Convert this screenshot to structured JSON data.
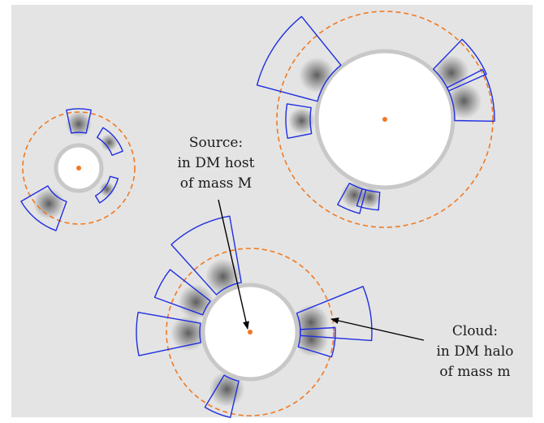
{
  "annotations": {
    "source": [
      "Source:",
      "in DM host",
      "of mass M"
    ],
    "cloud": [
      "Cloud:",
      "in DM halo",
      "of mass m"
    ]
  },
  "colors": {
    "background": "#e4e4e4",
    "halo_ring": "#c8c8c8",
    "host_fill": "#ffffff",
    "orbit_dashed": "#f07a22",
    "source_dot": "#f07a22",
    "sector_outline": "#1f2ee0",
    "cloud_blob": "#555555",
    "arrow": "#000000"
  }
}
